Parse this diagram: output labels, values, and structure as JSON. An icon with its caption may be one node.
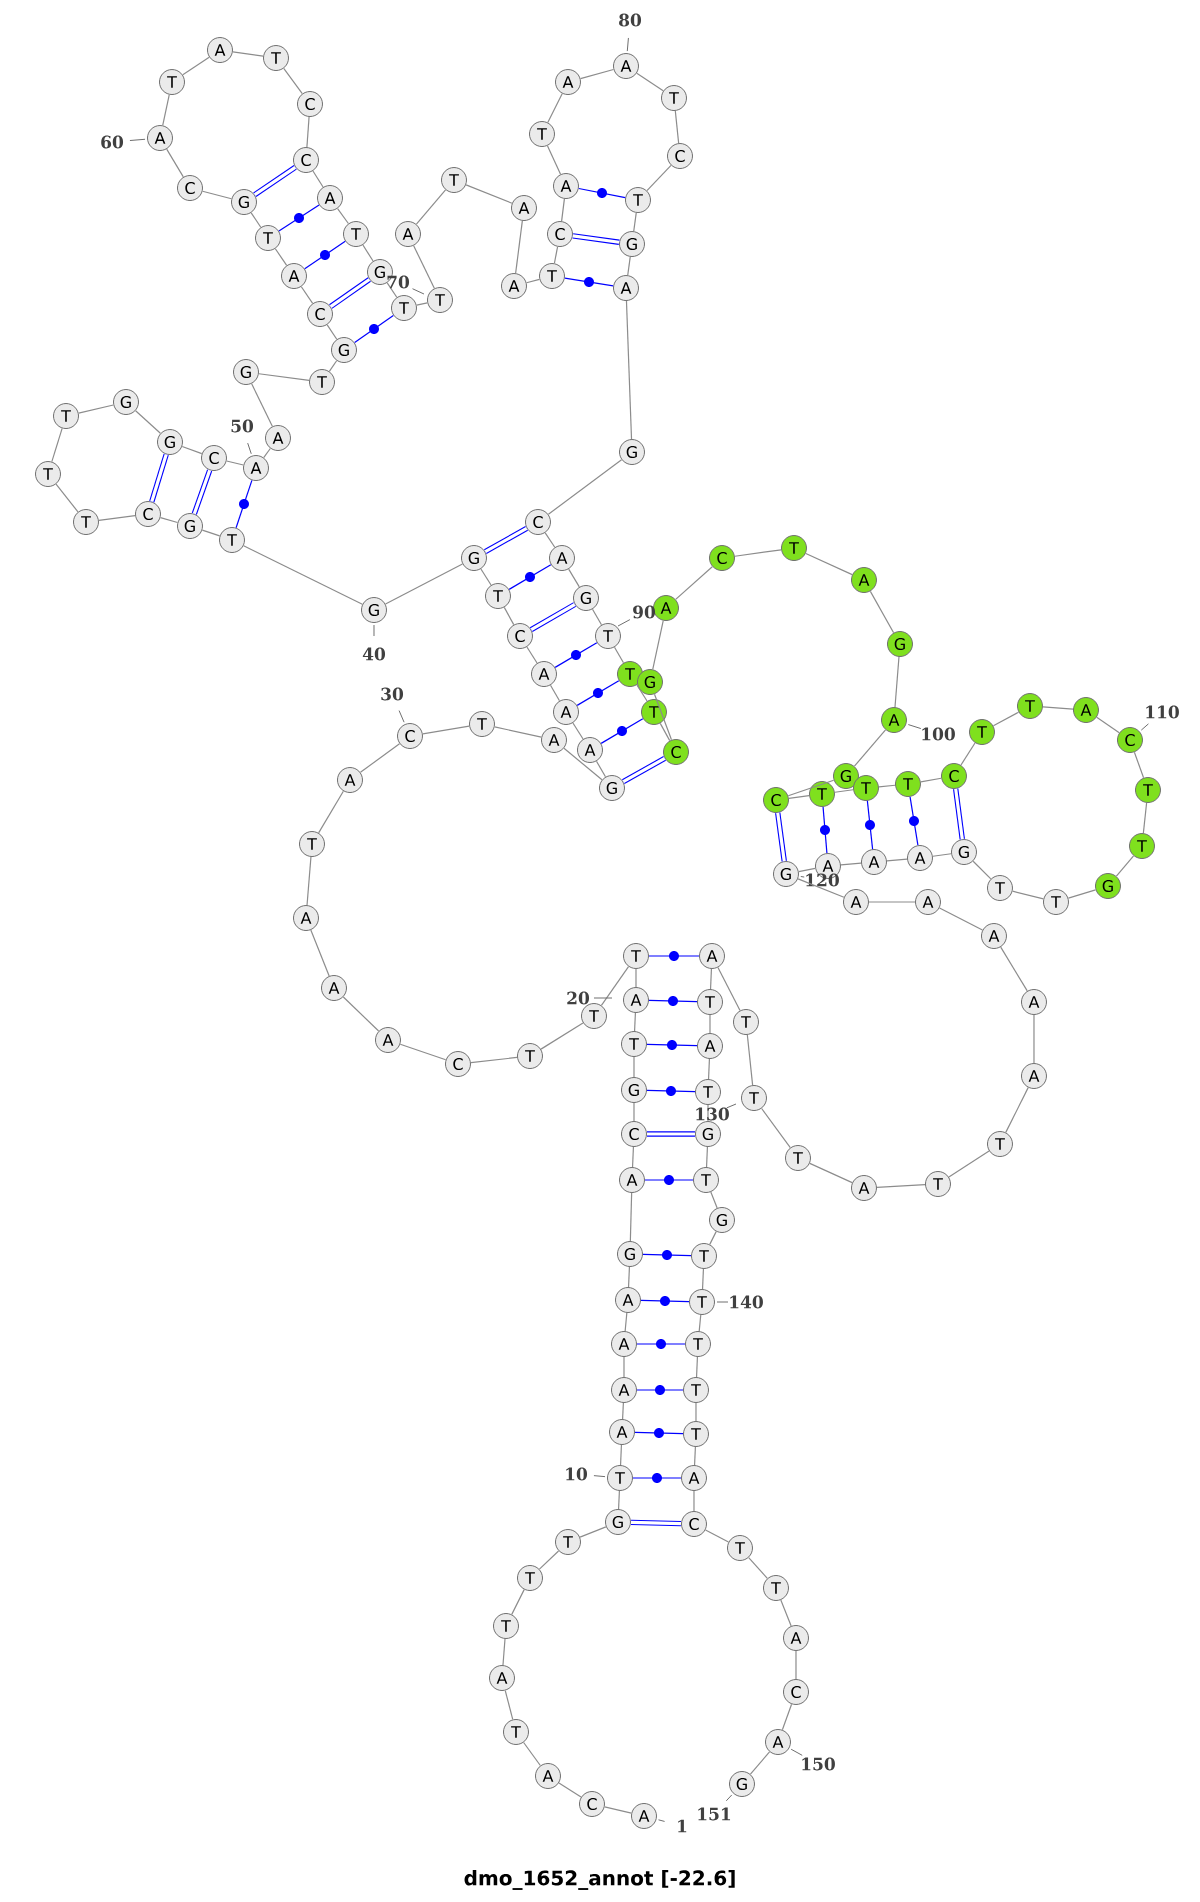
{
  "diagram": {
    "title": "dmo_1652_annot [-22.6]",
    "nodes": [
      {
        "text": [
          "A"
        ],
        "beside": [
          "1"
        ]
      },
      {
        "text": [
          "C"
        ]
      },
      {
        "text": [
          "A"
        ]
      },
      {
        "text": [
          "T"
        ]
      },
      {
        "text": [
          "A"
        ]
      },
      {
        "text": [
          "T"
        ]
      },
      {
        "text": [
          "T"
        ]
      },
      {
        "text": [
          "T"
        ]
      },
      {
        "text": [
          "G"
        ]
      },
      {
        "text": [
          "T"
        ],
        "beside": [
          "10"
        ]
      },
      {
        "text": [
          "A"
        ]
      },
      {
        "text": [
          "A"
        ]
      },
      {
        "text": [
          "A"
        ]
      },
      {
        "text": [
          "A"
        ]
      },
      {
        "text": [
          "G"
        ]
      },
      {
        "text": [
          "A"
        ]
      },
      {
        "text": [
          "C"
        ]
      },
      {
        "text": [
          "G"
        ]
      },
      {
        "text": [
          "T"
        ]
      },
      {
        "text": [
          "A"
        ]
      },
      {
        "text": [
          "T"
        ]
      },
      {
        "text": [
          "T"
        ]
      },
      {
        "text": [
          "T"
        ]
      },
      {
        "text": [
          "C"
        ]
      },
      {
        "text": [
          "A"
        ]
      },
      {
        "text": [
          "A"
        ]
      },
      {
        "text": [
          "A"
        ]
      },
      {
        "text": [
          "T"
        ]
      },
      {
        "text": [
          "A"
        ]
      },
      {
        "text": [
          "C"
        ],
        "beside": [
          "30"
        ]
      },
      {
        "text": [
          "T"
        ]
      },
      {
        "text": [
          "A"
        ]
      },
      {
        "text": [
          "G"
        ]
      },
      {
        "text": [
          "A"
        ]
      },
      {
        "text": [
          "A"
        ]
      },
      {
        "text": [
          "A"
        ]
      },
      {
        "text": [
          "C"
        ]
      },
      {
        "text": [
          "T"
        ]
      },
      {
        "text": [
          "G"
        ]
      },
      {
        "text": [
          "G"
        ],
        "beside": [
          "40"
        ]
      },
      {
        "text": [
          "T"
        ]
      },
      {
        "text": [
          "G"
        ]
      },
      {
        "text": [
          "C"
        ]
      },
      {
        "text": [
          "T"
        ]
      },
      {
        "text": [
          "T"
        ]
      },
      {
        "text": [
          "T"
        ]
      },
      {
        "text": [
          "G"
        ]
      },
      {
        "text": [
          "G"
        ]
      },
      {
        "text": [
          "C"
        ]
      },
      {
        "text": [
          "A"
        ],
        "beside": [
          "50"
        ]
      },
      {
        "text": [
          "A"
        ]
      },
      {
        "text": [
          "G"
        ]
      },
      {
        "text": [
          "T"
        ]
      },
      {
        "text": [
          "G"
        ]
      },
      {
        "text": [
          "C"
        ]
      },
      {
        "text": [
          "A"
        ]
      },
      {
        "text": [
          "T"
        ]
      },
      {
        "text": [
          "G"
        ]
      },
      {
        "text": [
          "C"
        ]
      },
      {
        "text": [
          "A"
        ],
        "beside": [
          "60"
        ]
      },
      {
        "text": [
          "T"
        ]
      },
      {
        "text": [
          "A"
        ]
      },
      {
        "text": [
          "T"
        ]
      },
      {
        "text": [
          "C"
        ]
      },
      {
        "text": [
          "C"
        ]
      },
      {
        "text": [
          "A"
        ]
      },
      {
        "text": [
          "T"
        ]
      },
      {
        "text": [
          "G"
        ]
      },
      {
        "text": [
          "T"
        ]
      },
      {
        "text": [
          "T"
        ]
      },
      {
        "text": [
          "A"
        ]
      },
      {
        "text": [
          "T"
        ]
      },
      {
        "text": [
          "A"
        ]
      },
      {
        "text": [
          "A"
        ]
      },
      {
        "text": [
          "T"
        ]
      },
      {
        "text": [
          "C"
        ]
      },
      {
        "text": [
          "A"
        ]
      },
      {
        "text": [
          "T"
        ]
      },
      {
        "text": [
          "A"
        ]
      },
      {
        "text": [
          "A"
        ],
        "beside": [
          "80"
        ]
      },
      {
        "text": [
          "T"
        ]
      },
      {
        "text": [
          "C"
        ]
      },
      {
        "text": [
          "T"
        ]
      },
      {
        "text": [
          "G"
        ]
      },
      {
        "text": [
          "A"
        ]
      },
      {
        "text": [
          "G"
        ]
      },
      {
        "text": [
          "C"
        ]
      },
      {
        "text": [
          "A"
        ]
      },
      {
        "text": [
          "G"
        ]
      },
      {
        "text": [
          "T"
        ]
      },
      {
        "text": [
          "T"
        ]
      },
      {
        "text": [
          "T"
        ]
      },
      {
        "text": [
          "C"
        ]
      },
      {
        "text": [
          "G"
        ]
      },
      {
        "text": [
          "A"
        ]
      },
      {
        "text": [
          "C"
        ]
      },
      {
        "text": [
          "T"
        ]
      },
      {
        "text": [
          "A"
        ]
      },
      {
        "text": [
          "G"
        ]
      },
      {
        "text": [
          "A"
        ],
        "beside": [
          "100"
        ]
      },
      {
        "text": [
          "G"
        ]
      },
      {
        "text": [
          "C"
        ]
      },
      {
        "text": [
          "T"
        ]
      },
      {
        "text": [
          "T"
        ]
      },
      {
        "text": [
          "T"
        ]
      },
      {
        "text": [
          "C"
        ]
      },
      {
        "text": [
          "T"
        ]
      },
      {
        "text": [
          "T"
        ]
      },
      {
        "text": [
          "A"
        ]
      },
      {
        "text": [
          "C"
        ],
        "beside": [
          "110"
        ]
      },
      {
        "text": [
          "T"
        ]
      },
      {
        "text": [
          "T"
        ]
      },
      {
        "text": [
          "G"
        ]
      },
      {
        "text": [
          "T"
        ]
      },
      {
        "text": [
          "T"
        ]
      },
      {
        "text": [
          "G"
        ]
      },
      {
        "text": [
          "A"
        ]
      },
      {
        "text": [
          "A"
        ]
      },
      {
        "text": [
          "A"
        ]
      },
      {
        "text": [
          "G"
        ],
        "beside": [
          "120"
        ]
      },
      {
        "text": [
          "A"
        ]
      },
      {
        "text": [
          "A"
        ]
      },
      {
        "text": [
          "A"
        ]
      },
      {
        "text": [
          "A"
        ]
      },
      {
        "text": [
          "A"
        ]
      },
      {
        "text": [
          "T"
        ]
      },
      {
        "text": [
          "T"
        ]
      },
      {
        "text": [
          "A"
        ]
      },
      {
        "text": [
          "T"
        ]
      },
      {
        "text": [
          "T"
        ]
      },
      {
        "text": [
          "T"
        ]
      },
      {
        "text": [
          "A"
        ]
      },
      {
        "text": [
          "T"
        ]
      },
      {
        "text": [
          "A"
        ]
      },
      {
        "text": [
          "T"
        ]
      },
      {
        "text": [
          "G"
        ]
      },
      {
        "text": [
          "T"
        ]
      },
      {
        "text": [
          "G"
        ]
      },
      {
        "text": [
          "T"
        ]
      },
      {
        "text": [
          "T"
        ],
        "beside": [
          "140"
        ]
      },
      {
        "text": [
          "T"
        ]
      },
      {
        "text": [
          "T"
        ]
      },
      {
        "text": [
          "T"
        ]
      },
      {
        "text": [
          "A"
        ]
      },
      {
        "text": [
          "C"
        ]
      },
      {
        "text": [
          "T"
        ]
      },
      {
        "text": [
          "T"
        ]
      },
      {
        "text": [
          "A"
        ]
      },
      {
        "text": [
          "C"
        ]
      },
      {
        "text": [
          "A"
        ],
        "beside": [
          "150"
        ]
      },
      {
        "text": [
          "G"
        ],
        "beside": [
          "151"
        ]
      }
    ],
    "edges": [
      {
        "from": 0,
        "to": 1,
        "arrow": "none"
      },
      {
        "from": 1,
        "to": 2,
        "arrow": "none"
      },
      {
        "from": 2,
        "to": 3,
        "arrow": "none"
      },
      {
        "from": 3,
        "to": 4,
        "arrow": "none"
      },
      {
        "from": 4,
        "to": 5,
        "arrow": "none"
      },
      {
        "from": 5,
        "to": 6,
        "arrow": "none"
      },
      {
        "from": 6,
        "to": 7,
        "arrow": "none"
      },
      {
        "from": 7,
        "to": 8,
        "arrow": "none"
      },
      {
        "from": 8,
        "to": 9,
        "arrow": "none"
      },
      {
        "from": 9,
        "to": 10,
        "arrow": "none"
      },
      {
        "from": 10,
        "to": 11,
        "arrow": "none"
      },
      {
        "from": 11,
        "to": 12,
        "arrow": "none"
      },
      {
        "from": 12,
        "to": 13,
        "arrow": "none"
      },
      {
        "from": 13,
        "to": 14,
        "arrow": "none"
      },
      {
        "from": 14,
        "to": 15,
        "arrow": "none"
      },
      {
        "from": 15,
        "to": 16,
        "arrow": "none"
      },
      {
        "from": 16,
        "to": 17,
        "arrow": "none"
      },
      {
        "from": 17,
        "to": 18,
        "arrow": "none"
      },
      {
        "from": 18,
        "to": 19,
        "arrow": "none"
      },
      {
        "from": 19,
        "to": 20,
        "arrow": "none"
      },
      {
        "from": 20,
        "to": 21,
        "arrow": "none"
      },
      {
        "from": 21,
        "to": 22,
        "arrow": "none"
      },
      {
        "from": 22,
        "to": 23,
        "arrow": "none"
      },
      {
        "from": 23,
        "to": 24,
        "arrow": "none"
      },
      {
        "from": 24,
        "to": 25,
        "arrow": "none"
      },
      {
        "from": 25,
        "to": 26,
        "arrow": "none"
      },
      {
        "from": 26,
        "to": 27,
        "arrow": "none"
      },
      {
        "from": 27,
        "to": 28,
        "arrow": "none"
      },
      {
        "from": 28,
        "to": 29,
        "arrow": "none"
      },
      {
        "from": 29,
        "to": 30,
        "arrow": "none"
      },
      {
        "from": 30,
        "to": 31,
        "arrow": "none"
      },
      {
        "from": 31,
        "to": 32,
        "arrow": "none"
      },
      {
        "from": 32,
        "to": 33,
        "arrow": "none"
      },
      {
        "from": 33,
        "to": 34,
        "arrow": "none"
      },
      {
        "from": 34,
        "to": 35,
        "arrow": "none"
      },
      {
        "from": 35,
        "to": 36,
        "arrow": "none"
      },
      {
        "from": 36,
        "to": 37,
        "arrow": "none"
      },
      {
        "from": 37,
        "to": 38,
        "arrow": "none"
      },
      {
        "from": 38,
        "to": 39,
        "arrow": "none"
      },
      {
        "from": 39,
        "to": 40,
        "arrow": "none"
      },
      {
        "from": 40,
        "to": 41,
        "arrow": "none"
      },
      {
        "from": 41,
        "to": 42,
        "arrow": "none"
      },
      {
        "from": 42,
        "to": 43,
        "arrow": "none"
      },
      {
        "from": 43,
        "to": 44,
        "arrow": "none"
      },
      {
        "from": 44,
        "to": 45,
        "arrow": "none"
      },
      {
        "from": 45,
        "to": 46,
        "arrow": "none"
      },
      {
        "from": 46,
        "to": 47,
        "arrow": "none"
      },
      {
        "from": 47,
        "to": 48,
        "arrow": "none"
      },
      {
        "from": 48,
        "to": 49,
        "arrow": "none"
      },
      {
        "from": 49,
        "to": 50,
        "arrow": "none"
      },
      {
        "from": 50,
        "to": 51,
        "arrow": "none"
      },
      {
        "from": 51,
        "to": 52,
        "arrow": "none"
      },
      {
        "from": 52,
        "to": 53,
        "arrow": "none"
      },
      {
        "from": 53,
        "to": 54,
        "arrow": "none"
      },
      {
        "from": 54,
        "to": 55,
        "arrow": "none"
      },
      {
        "from": 55,
        "to": 56,
        "arrow": "none"
      },
      {
        "from": 56,
        "to": 57,
        "arrow": "none"
      },
      {
        "from": 57,
        "to": 58,
        "arrow": "none"
      },
      {
        "from": 58,
        "to": 59,
        "arrow": "none"
      },
      {
        "from": 59,
        "to": 60,
        "arrow": "none"
      },
      {
        "from": 60,
        "to": 61,
        "arrow": "none"
      },
      {
        "from": 61,
        "to": 62,
        "arrow": "none"
      },
      {
        "from": 62,
        "to": 63,
        "arrow": "none"
      },
      {
        "from": 63,
        "to": 64,
        "arrow": "none"
      },
      {
        "from": 64,
        "to": 65,
        "arrow": "none"
      },
      {
        "from": 65,
        "to": 66,
        "arrow": "none"
      },
      {
        "from": 66,
        "to": 67,
        "arrow": "none"
      },
      {
        "from": 67,
        "to": 68,
        "arrow": "none"
      },
      {
        "from": 68,
        "to": 69,
        "arrow": "none"
      },
      {
        "from": 69,
        "to": 70,
        "arrow": "none"
      },
      {
        "from": 70,
        "to": 71,
        "arrow": "none"
      },
      {
        "from": 71,
        "to": 72,
        "arrow": "none"
      },
      {
        "from": 72,
        "to": 73,
        "arrow": "none"
      },
      {
        "from": 73,
        "to": 74,
        "arrow": "none"
      },
      {
        "from": 74,
        "to": 75,
        "arrow": "none"
      },
      {
        "from": 75,
        "to": 76,
        "arrow": "none"
      },
      {
        "from": 76,
        "to": 77,
        "arrow": "none"
      },
      {
        "from": 77,
        "to": 78,
        "arrow": "none"
      },
      {
        "from": 78,
        "to": 79,
        "arrow": "none"
      },
      {
        "from": 79,
        "to": 80,
        "arrow": "none"
      },
      {
        "from": 80,
        "to": 81,
        "arrow": "none"
      },
      {
        "from": 81,
        "to": 82,
        "arrow": "none"
      },
      {
        "from": 82,
        "to": 83,
        "arrow": "none"
      },
      {
        "from": 83,
        "to": 84,
        "arrow": "none"
      },
      {
        "from": 84,
        "to": 85,
        "arrow": "none"
      },
      {
        "from": 85,
        "to": 86,
        "arrow": "none"
      },
      {
        "from": 86,
        "to": 87,
        "arrow": "none"
      },
      {
        "from": 87,
        "to": 88,
        "arrow": "none"
      },
      {
        "from": 88,
        "to": 89,
        "arrow": "none"
      },
      {
        "from": 89,
        "to": 90,
        "arrow": "none"
      },
      {
        "from": 90,
        "to": 91,
        "arrow": "none"
      },
      {
        "from": 91,
        "to": 92,
        "arrow": "none"
      },
      {
        "from": 92,
        "to": 93,
        "arrow": "none"
      },
      {
        "from": 93,
        "to": 94,
        "arrow": "none"
      },
      {
        "from": 94,
        "to": 95,
        "arrow": "none"
      },
      {
        "from": 95,
        "to": 96,
        "arrow": "none"
      },
      {
        "from": 96,
        "to": 97,
        "arrow": "none"
      },
      {
        "from": 97,
        "to": 98,
        "arrow": "none"
      },
      {
        "from": 98,
        "to": 99,
        "arrow": "none"
      },
      {
        "from": 99,
        "to": 100,
        "arrow": "none"
      },
      {
        "from": 100,
        "to": 101,
        "arrow": "none"
      },
      {
        "from": 101,
        "to": 102,
        "arrow": "none"
      },
      {
        "from": 102,
        "to": 103,
        "arrow": "none"
      },
      {
        "from": 103,
        "to": 104,
        "arrow": "none"
      },
      {
        "from": 104,
        "to": 105,
        "arrow": "none"
      },
      {
        "from": 105,
        "to": 106,
        "arrow": "none"
      },
      {
        "from": 106,
        "to": 107,
        "arrow": "none"
      },
      {
        "from": 107,
        "to": 108,
        "arrow": "none"
      },
      {
        "from": 108,
        "to": 109,
        "arrow": "none"
      },
      {
        "from": 109,
        "to": 110,
        "arrow": "none"
      },
      {
        "from": 110,
        "to": 111,
        "arrow": "none"
      },
      {
        "from": 111,
        "to": 112,
        "arrow": "none"
      },
      {
        "from": 112,
        "to": 113,
        "arrow": "none"
      },
      {
        "from": 113,
        "to": 114,
        "arrow": "none"
      },
      {
        "from": 114,
        "to": 115,
        "arrow": "none"
      },
      {
        "from": 115,
        "to": 116,
        "arrow": "none"
      },
      {
        "from": 116,
        "to": 117,
        "arrow": "none"
      },
      {
        "from": 117,
        "to": 118,
        "arrow": "none"
      },
      {
        "from": 118,
        "to": 119,
        "arrow": "none"
      },
      {
        "from": 119,
        "to": 120,
        "arrow": "none"
      },
      {
        "from": 120,
        "to": 121,
        "arrow": "none"
      },
      {
        "from": 121,
        "to": 122,
        "arrow": "none"
      },
      {
        "from": 122,
        "to": 123,
        "arrow": "none"
      },
      {
        "from": 123,
        "to": 124,
        "arrow": "none"
      },
      {
        "from": 124,
        "to": 125,
        "arrow": "none"
      },
      {
        "from": 125,
        "to": 126,
        "arrow": "none"
      },
      {
        "from": 126,
        "to": 127,
        "arrow": "none"
      },
      {
        "from": 127,
        "to": 128,
        "arrow": "none"
      },
      {
        "from": 128,
        "to": 129,
        "arrow": "none"
      },
      {
        "from": 129,
        "to": 130,
        "arrow": "none"
      },
      {
        "from": 130,
        "to": 131,
        "arrow": "none"
      },
      {
        "from": 131,
        "to": 132,
        "arrow": "none"
      },
      {
        "from": 132,
        "to": 133,
        "arrow": "none"
      },
      {
        "from": 133,
        "to": 134,
        "arrow": "none"
      },
      {
        "from": 134,
        "to": 135,
        "arrow": "none"
      },
      {
        "from": 135,
        "to": 136,
        "arrow": "none"
      },
      {
        "from": 136,
        "to": 137,
        "arrow": "none"
      },
      {
        "from": 137,
        "to": 138,
        "arrow": "none"
      },
      {
        "from": 138,
        "to": 139,
        "arrow": "none"
      },
      {
        "from": 139,
        "to": 140,
        "arrow": "none"
      },
      {
        "from": 140,
        "to": 141,
        "arrow": "none"
      },
      {
        "from": 141,
        "to": 142,
        "arrow": "none"
      },
      {
        "from": 142,
        "to": 143,
        "arrow": "none"
      },
      {
        "from": 143,
        "to": 144,
        "arrow": "none"
      },
      {
        "from": 144,
        "to": 145,
        "arrow": "none"
      },
      {
        "from": 145,
        "to": 146,
        "arrow": "none"
      },
      {
        "from": 146,
        "to": 147,
        "arrow": "none"
      },
      {
        "from": 147,
        "to": 148,
        "arrow": "none"
      },
      {
        "from": 148,
        "to": 149,
        "arrow": "none"
      },
      {
        "from": 149,
        "to": 150,
        "arrow": "none"
      },
      {
        "from": 8,
        "to": 144,
        "arrow": "none",
        "style": "thick",
        "color": "#0000ff"
      },
      {
        "from": 9,
        "to": 143,
        "arrow": "none",
        "color": "#0000ff"
      },
      {
        "from": 10,
        "to": 142,
        "arrow": "none",
        "color": "#0000ff"
      },
      {
        "from": 11,
        "to": 141,
        "arrow": "none",
        "color": "#0000ff"
      },
      {
        "from": 12,
        "to": 140,
        "arrow": "none",
        "color": "#0000ff"
      },
      {
        "from": 13,
        "to": 139,
        "arrow": "none",
        "color": "#0000ff"
      },
      {
        "from": 14,
        "to": 138,
        "arrow": "none",
        "color": "#0000ff"
      },
      {
        "from": 15,
        "to": 136,
        "arrow": "none",
        "color": "#0000ff"
      },
      {
        "from": 16,
        "to": 135,
        "arrow": "none",
        "style": "thick",
        "color": "#0000ff"
      },
      {
        "from": 17,
        "to": 134,
        "arrow": "none",
        "color": "#0000ff"
      },
      {
        "from": 18,
        "to": 133,
        "arrow": "none",
        "color": "#0000ff"
      },
      {
        "from": 19,
        "to": 132,
        "arrow": "none",
        "color": "#0000ff"
      },
      {
        "from": 20,
        "to": 131,
        "arrow": "none",
        "color": "#0000ff"
      },
      {
        "from": 32,
        "to": 92,
        "arrow": "none",
        "style": "thick",
        "color": "#0000ff"
      },
      {
        "from": 33,
        "to": 91,
        "arrow": "none",
        "color": "#0000ff"
      },
      {
        "from": 34,
        "to": 90,
        "arrow": "none",
        "color": "#0000ff"
      },
      {
        "from": 35,
        "to": 89,
        "arrow": "none",
        "color": "#0000ff"
      },
      {
        "from": 36,
        "to": 88,
        "arrow": "none",
        "style": "thick",
        "color": "#0000ff"
      },
      {
        "from": 37,
        "to": 87,
        "arrow": "none",
        "color": "#0000ff"
      },
      {
        "from": 38,
        "to": 86,
        "arrow": "none",
        "style": "thick",
        "color": "#0000ff"
      },
      {
        "from": 40,
        "to": 49,
        "arrow": "none",
        "color": "#0000ff"
      },
      {
        "from": 41,
        "to": 48,
        "arrow": "none",
        "style": "thick",
        "color": "#0000ff"
      },
      {
        "from": 42,
        "to": 47,
        "arrow": "none",
        "style": "thick",
        "color": "#0000ff"
      },
      {
        "from": 53,
        "to": 68,
        "arrow": "none",
        "color": "#0000ff"
      },
      {
        "from": 54,
        "to": 67,
        "arrow": "none",
        "style": "thick",
        "color": "#0000ff"
      },
      {
        "from": 55,
        "to": 66,
        "arrow": "none",
        "color": "#0000ff"
      },
      {
        "from": 56,
        "to": 65,
        "arrow": "none",
        "color": "#0000ff"
      },
      {
        "from": 57,
        "to": 64,
        "arrow": "none",
        "style": "thick",
        "color": "#0000ff"
      },
      {
        "from": 74,
        "to": 84,
        "arrow": "none",
        "color": "#0000ff"
      },
      {
        "from": 75,
        "to": 83,
        "arrow": "none",
        "style": "thick",
        "color": "#0000ff"
      },
      {
        "from": 76,
        "to": 82,
        "arrow": "none",
        "color": "#0000ff"
      },
      {
        "from": 101,
        "to": 119,
        "arrow": "none",
        "style": "thick",
        "color": "#0000ff"
      },
      {
        "from": 102,
        "to": 118,
        "arrow": "none",
        "color": "#0000ff"
      },
      {
        "from": 103,
        "to": 117,
        "arrow": "none",
        "color": "#0000ff"
      },
      {
        "from": 104,
        "to": 116,
        "arrow": "none",
        "color": "#0000ff"
      },
      {
        "from": 105,
        "to": 115,
        "arrow": "none",
        "style": "thick",
        "color": "#0000ff"
      }
    ],
    "labels": [
      "70",
      "90",
      "20",
      "130"
    ]
  }
}
